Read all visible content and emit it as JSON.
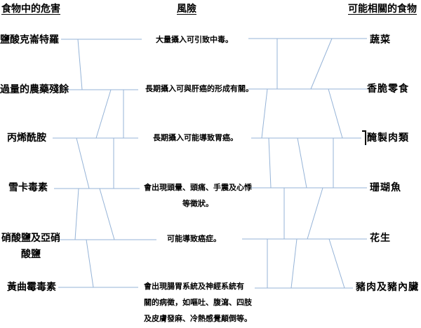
{
  "headers": {
    "left": "食物中的危害",
    "middle": "風險",
    "right": "可能相關的食物"
  },
  "hazards": [
    "鹽酸克崙特羅",
    "過量的農藥殘餘",
    "丙烯酰胺",
    "雪卡毒素",
    "硝酸鹽及亞硝\n酸鹽",
    "黃曲霉毒素"
  ],
  "risks": [
    "大量攝入可引致中毒。",
    "長期攝入可與肝癌的形成有關。",
    "長期攝入可能導致胃癌。",
    "會出現頭暈、頭痛、手震及心悸\n等徵狀。",
    "可能導致癌症。",
    "會出現腸胃系統及神經系統有\n關的病徵，如嘔吐、腹瀉、四肢\n及皮膚發麻、冷熱感覺顛倒等。"
  ],
  "foods": [
    "蔬菜",
    "香脆零食",
    "醃製肉類",
    "珊瑚魚",
    "花生",
    "豬肉及豬內臟"
  ],
  "lines": {
    "color": "#95b3d7",
    "segments": [
      [
        87,
        56,
        202,
        56
      ],
      [
        92,
        128,
        197,
        128
      ],
      [
        75,
        197,
        197,
        197
      ],
      [
        77,
        269,
        199,
        269
      ],
      [
        83,
        342,
        223,
        342
      ],
      [
        83,
        410,
        197,
        410
      ],
      [
        111,
        56,
        117,
        128
      ],
      [
        158,
        128,
        137,
        197
      ],
      [
        176,
        128,
        176,
        197
      ],
      [
        109,
        197,
        127,
        269
      ],
      [
        162,
        197,
        162,
        269
      ],
      [
        112,
        269,
        107,
        342
      ],
      [
        142,
        269,
        163,
        342
      ],
      [
        123,
        342,
        133,
        410
      ],
      [
        354,
        55,
        523,
        55
      ],
      [
        354,
        127,
        523,
        127
      ],
      [
        358,
        197,
        515,
        197
      ],
      [
        355,
        268,
        523,
        268
      ],
      [
        345,
        341,
        523,
        341
      ],
      [
        363,
        411,
        503,
        411
      ],
      [
        395,
        55,
        395,
        127
      ],
      [
        473,
        55,
        443,
        127
      ],
      [
        381,
        127,
        373,
        197
      ],
      [
        468,
        127,
        488,
        197
      ],
      [
        383,
        197,
        386,
        268
      ],
      [
        424,
        197,
        437,
        268
      ],
      [
        475,
        197,
        475,
        268
      ],
      [
        405,
        268,
        405,
        341
      ],
      [
        460,
        268,
        438,
        341
      ],
      [
        381,
        341,
        381,
        411
      ],
      [
        423,
        341,
        415,
        411
      ],
      [
        469,
        341,
        491,
        411
      ]
    ]
  }
}
